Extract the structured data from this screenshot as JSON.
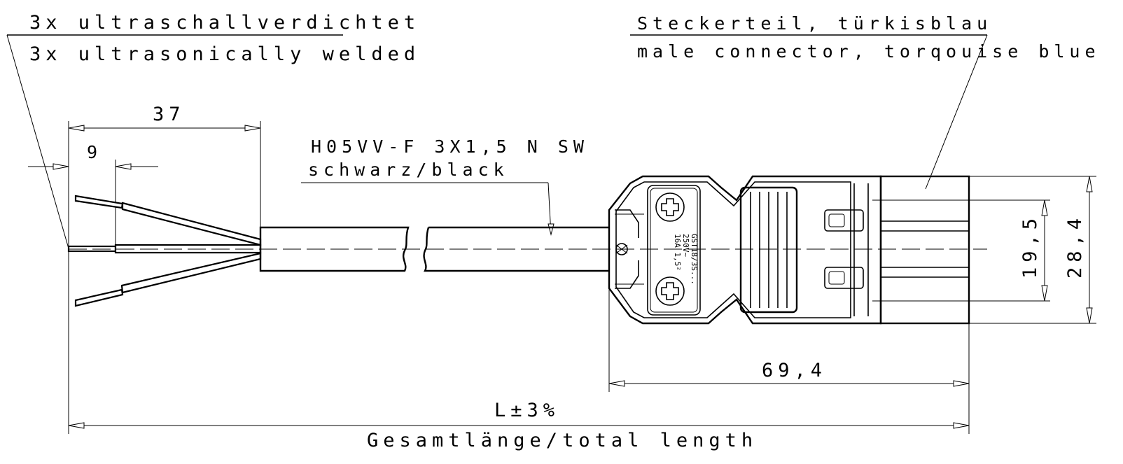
{
  "labels": {
    "weld_de": "3x ultraschallverdichtet",
    "weld_en": "3x ultrasonically welded",
    "connector_de": "Steckerteil, türkisblau",
    "connector_en": "male connector, torqouise blue",
    "cable_type": "H05VV-F 3X1,5 N SW",
    "cable_color": "schwarz/black",
    "total_tolerance": "L±3%",
    "total_length": "Gesamtlänge/total length"
  },
  "dimensions": {
    "strip_length": "37",
    "ferrule_length": "9",
    "connector_length": "69,4",
    "pin_spacing": "19,5",
    "connector_height": "28,4"
  },
  "connector_marking": {
    "line1": "GST18/3S...",
    "line2": "250V~",
    "line3": "16A 1,5²"
  }
}
